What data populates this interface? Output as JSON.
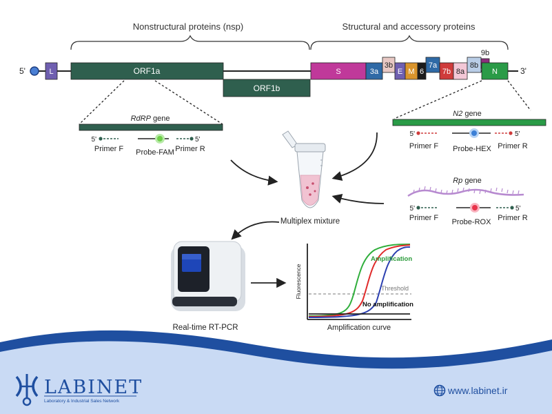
{
  "genome": {
    "nsp_label": "Nonstructural proteins (nsp)",
    "structural_label": "Structural and accessory proteins",
    "end5": "5'",
    "end3": "3'",
    "segments": [
      {
        "key": "L",
        "label": "L",
        "color": "#6f5fb0"
      },
      {
        "key": "orf1a",
        "label": "ORF1a",
        "color": "#2f5f4e"
      },
      {
        "key": "orf1b",
        "label": "ORF1b",
        "color": "#2f5f4e"
      },
      {
        "key": "S",
        "label": "S",
        "color": "#c0399a"
      },
      {
        "key": "3a",
        "label": "3a",
        "color": "#2f6aa6"
      },
      {
        "key": "3b",
        "label": "3b",
        "color": "#e8c8c4"
      },
      {
        "key": "E",
        "label": "E",
        "color": "#6f5fb0"
      },
      {
        "key": "M",
        "label": "M",
        "color": "#d9942c"
      },
      {
        "key": "6",
        "label": "6",
        "color": "#1c1c1c"
      },
      {
        "key": "7a",
        "label": "7a",
        "color": "#2f6aa6"
      },
      {
        "key": "7b",
        "label": "7b",
        "color": "#cf3b3b"
      },
      {
        "key": "8a",
        "label": "8a",
        "color": "#f3c7d6"
      },
      {
        "key": "8b",
        "label": "8b",
        "color": "#b9cde6"
      },
      {
        "key": "9b",
        "label": "9b",
        "color": "#8c2f7d"
      },
      {
        "key": "N",
        "label": "N",
        "color": "#2a9b47"
      }
    ]
  },
  "rdrp": {
    "gene_italic": "RdRP",
    "gene_suffix": " gene",
    "end5": "5'",
    "end3": "5'",
    "primer_f": "Primer F",
    "probe": "Probe-FAM",
    "primer_r": "Primer R",
    "probe_color": "#6fcf4a"
  },
  "n2": {
    "gene_italic": "N2",
    "gene_suffix": " gene",
    "end5": "5'",
    "end3": "5'",
    "primer_f": "Primer F",
    "probe": "Probe-HEX",
    "primer_r": "Primer R",
    "probe_color": "#3b7fd6"
  },
  "rp": {
    "gene_italic": "Rp",
    "gene_suffix": " gene",
    "end5": "5'",
    "end3": "5'",
    "primer_f": "Primer F",
    "probe": "Probe-ROX",
    "primer_r": "Primer R",
    "probe_color": "#e8334a"
  },
  "mixture_label": "Multiplex mixture",
  "pcr_label": "Real-time RT-PCR",
  "curve": {
    "ylabel": "Fluorescence",
    "xlabel": "Amplification curve",
    "amplification": "Amplification",
    "threshold": "Threshold",
    "no_amplification": "No amplification",
    "colors": {
      "green": "#2fae3b",
      "red": "#e02a2a",
      "blue": "#2b3fb0",
      "amp_text": "#2a9b3a"
    }
  },
  "brand": {
    "name": "LABINET",
    "tagline": "Laboratory & Industrial Sales Network",
    "website": "www.labinet.ir",
    "color": "#1f4fa0"
  }
}
